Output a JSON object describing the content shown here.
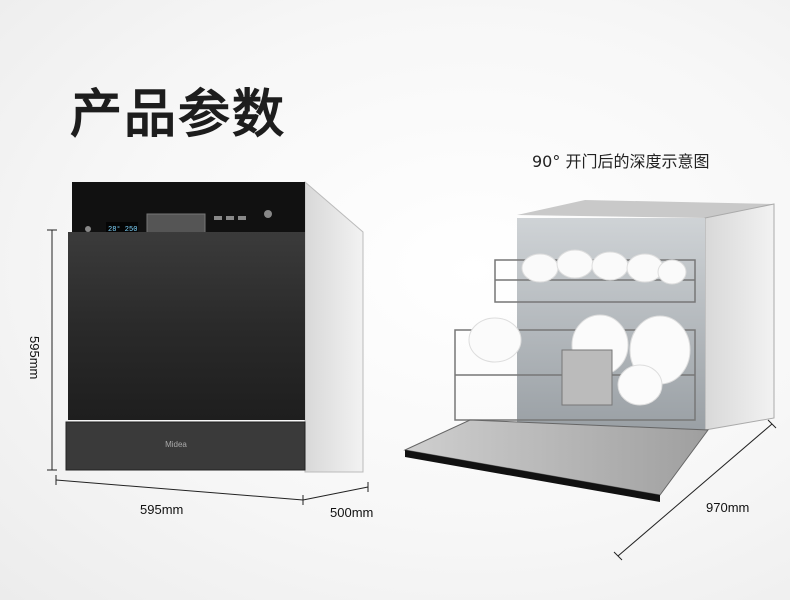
{
  "title": "产品参数",
  "caption": "90° 开门后的深度示意图",
  "dimensions": {
    "height": "595mm",
    "width": "595mm",
    "depth": "500mm",
    "open_depth": "970mm"
  },
  "display": {
    "readout": "28° 250"
  },
  "brand": "Midea"
}
